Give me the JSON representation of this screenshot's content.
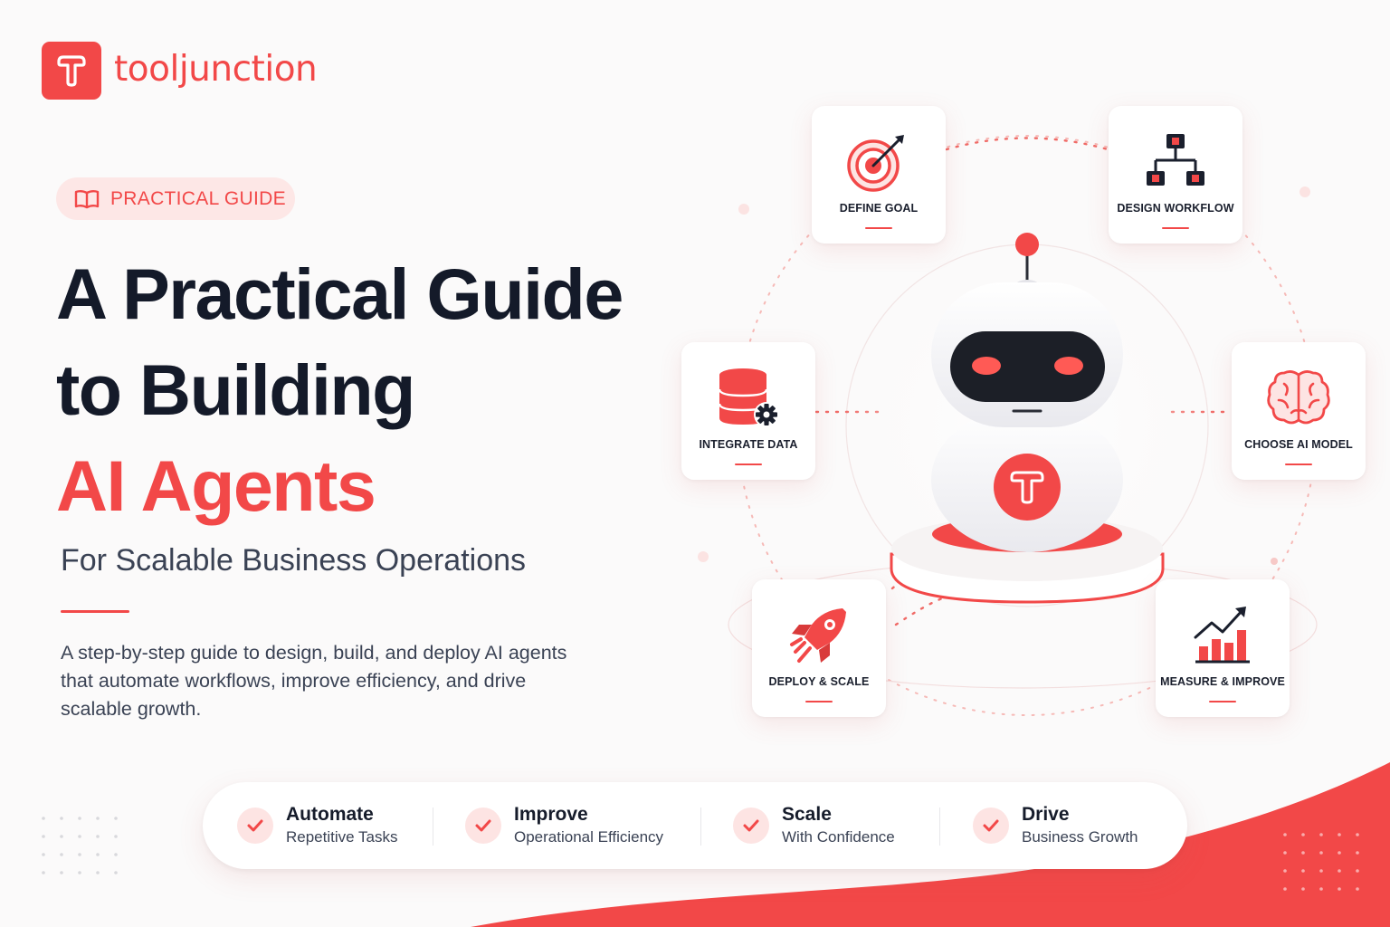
{
  "brand": {
    "name": "tooljunction"
  },
  "badge": {
    "label": "PRACTICAL GUIDE"
  },
  "headline": {
    "line1": "A Practical Guide",
    "line2": "to Building",
    "line3": "AI Agents"
  },
  "subtitle": "For Scalable Business Operations",
  "description": "A step-by-step guide to design, build, and deploy AI agents that automate workflows, improve efficiency, and drive scalable growth.",
  "steps": [
    {
      "label": "DEFINE GOAL",
      "icon": "target-icon"
    },
    {
      "label": "DESIGN WORKFLOW",
      "icon": "workflow-icon"
    },
    {
      "label": "INTEGRATE DATA",
      "icon": "database-gear-icon"
    },
    {
      "label": "CHOOSE AI MODEL",
      "icon": "brain-icon"
    },
    {
      "label": "DEPLOY & SCALE",
      "icon": "rocket-icon"
    },
    {
      "label": "MEASURE & IMPROVE",
      "icon": "growth-chart-icon"
    }
  ],
  "features": [
    {
      "title": "Automate",
      "subtitle": "Repetitive Tasks"
    },
    {
      "title": "Improve",
      "subtitle": "Operational Efficiency"
    },
    {
      "title": "Scale",
      "subtitle": "With Confidence"
    },
    {
      "title": "Drive",
      "subtitle": "Business Growth"
    }
  ],
  "colors": {
    "accent": "#f24848",
    "dark": "#141a29",
    "muted": "#3a4254",
    "badge_bg": "#fde7e6"
  }
}
